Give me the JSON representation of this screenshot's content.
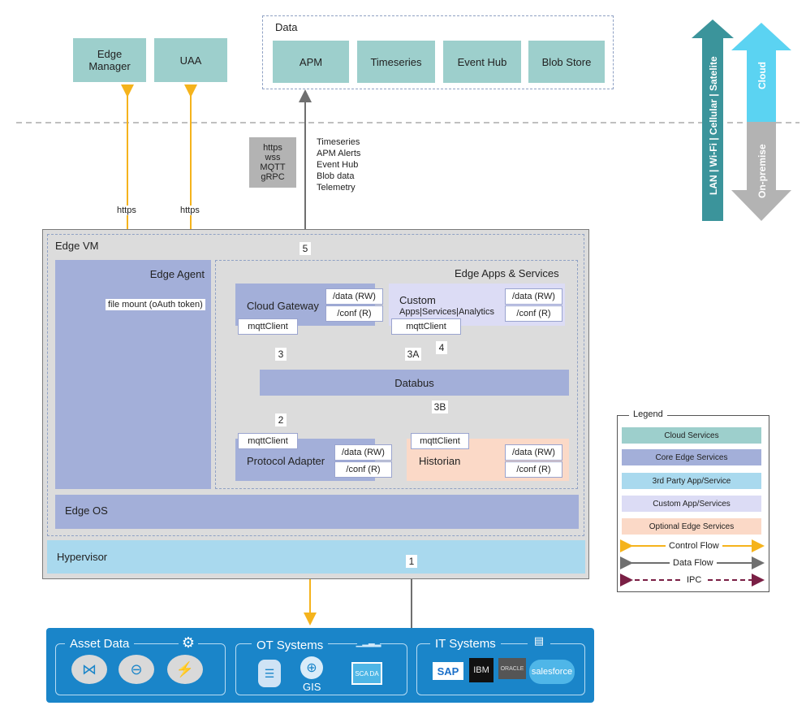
{
  "cloud": {
    "edge_manager": "Edge\nManager",
    "uaa": "UAA",
    "data_title": "Data",
    "data_items": [
      "APM",
      "Timeseries",
      "Event Hub",
      "Blob Store"
    ]
  },
  "protocols": [
    "https",
    "wss",
    "MQTT",
    "gRPC"
  ],
  "data_types": [
    "Timeseries",
    "APM Alerts",
    "Event Hub",
    "Blob data",
    "Telemetry"
  ],
  "https_labels": [
    "https",
    "https"
  ],
  "network": {
    "left_arrow": "LAN | Wi-Fi | Cellular | Satelite",
    "cloud": "Cloud",
    "onprem": "On-premise"
  },
  "vm": {
    "title": "Edge VM",
    "edge_agent": "Edge Agent",
    "apps_title": "Edge Apps & Services",
    "file_mount": "file mount (oAuth token)",
    "cloud_gateway": "Cloud Gateway",
    "custom_line1": "Custom",
    "custom_line2": "Apps|Services|Analytics",
    "data_rw": "/data (RW)",
    "conf_r": "/conf (R)",
    "mqtt": "mqttClient",
    "databus": "Databus",
    "protocol_adapter": "Protocol Adapter",
    "historian": "Historian",
    "edge_os": "Edge OS",
    "hypervisor": "Hypervisor"
  },
  "steps": [
    "5",
    "3",
    "3A",
    "4",
    "3B",
    "2",
    "1"
  ],
  "legend": {
    "title": "Legend",
    "items": [
      "Cloud Services",
      "Core Edge Services",
      "3rd Party App/Service",
      "Custom App/Services",
      "Optional Edge Services"
    ],
    "flows": [
      "Control Flow",
      "Data Flow",
      "IPC"
    ]
  },
  "bottom": {
    "asset": "Asset Data",
    "ot": "OT Systems",
    "it": "IT Systems",
    "gis": "GIS",
    "scada": "SCA DA",
    "sap": "SAP",
    "ibm": "IBM",
    "oracle": "ORACLE",
    "salesforce": "salesforce"
  },
  "colors": {
    "control": "#f5b31c",
    "data": "#6f6f6f",
    "ipc": "#7a1f45",
    "bottom_bar": "#1a85c9",
    "cloud_arrow": "#3b949b",
    "cloud_light": "#5bd3f2",
    "onprem_grey": "#b3b3b3"
  }
}
